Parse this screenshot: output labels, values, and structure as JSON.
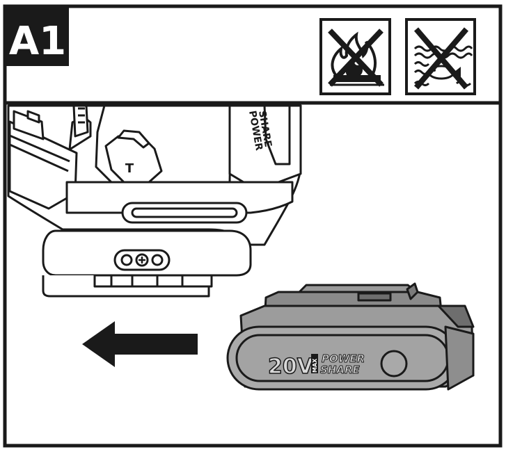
{
  "header": {
    "step_label": "A1",
    "warnings": [
      {
        "icon": "no-fire-icon",
        "meaning": "do not dispose in fire"
      },
      {
        "icon": "no-water-icon",
        "meaning": "do not dispose in water"
      }
    ]
  },
  "tool": {
    "brand_side_text_1": "POWER",
    "brand_side_text_2": "SHARE",
    "lock_letter": "T"
  },
  "battery": {
    "voltage": "20V",
    "max_text": "MAX",
    "brand_1": "POWER",
    "brand_2": "SHARE"
  },
  "arrow": {
    "direction": "left",
    "color": "#1a1a1a"
  },
  "colors": {
    "line": "#1a1a1a",
    "battery_body": "#a9a9a9",
    "battery_dark": "#7d7d7d"
  }
}
